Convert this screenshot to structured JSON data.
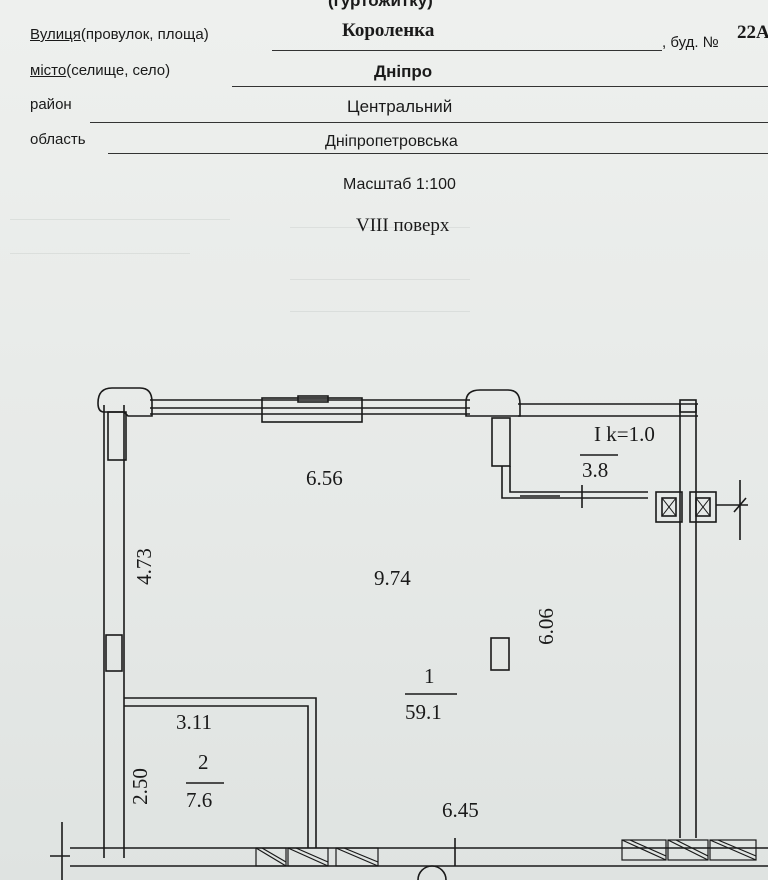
{
  "header": {
    "top_cut_text": "(гуртожитку)",
    "street_label": "Вулиця",
    "street_label_rest": "(провулок, площа)",
    "street_value": "Короленка",
    "building_label": ", буд. №",
    "building_value": "22А",
    "city_label": "місто",
    "city_label_rest": "(селище, село)",
    "city_value": "Дніпро",
    "district_label": "район",
    "district_value": "Центральний",
    "region_label": "область",
    "region_value": "Дніпропетровська",
    "scale": "Масштаб 1:100",
    "floor": "VIII  поверх"
  },
  "plan": {
    "room1": {
      "number": "1",
      "area": "59.1"
    },
    "room2": {
      "number": "2",
      "area": "7.6"
    },
    "balcony": {
      "label": "I k=1.0",
      "area": "3.8"
    },
    "dimensions": {
      "top": "6.56",
      "center": "9.74",
      "left": "4.73",
      "right": "6.06",
      "room2_width": "3.11",
      "room2_height": "2.50",
      "bottom": "6.45"
    }
  },
  "colors": {
    "ink": "#1a1a1a",
    "paper": "#e9ebe9",
    "ghost": "#c9cfcc"
  }
}
